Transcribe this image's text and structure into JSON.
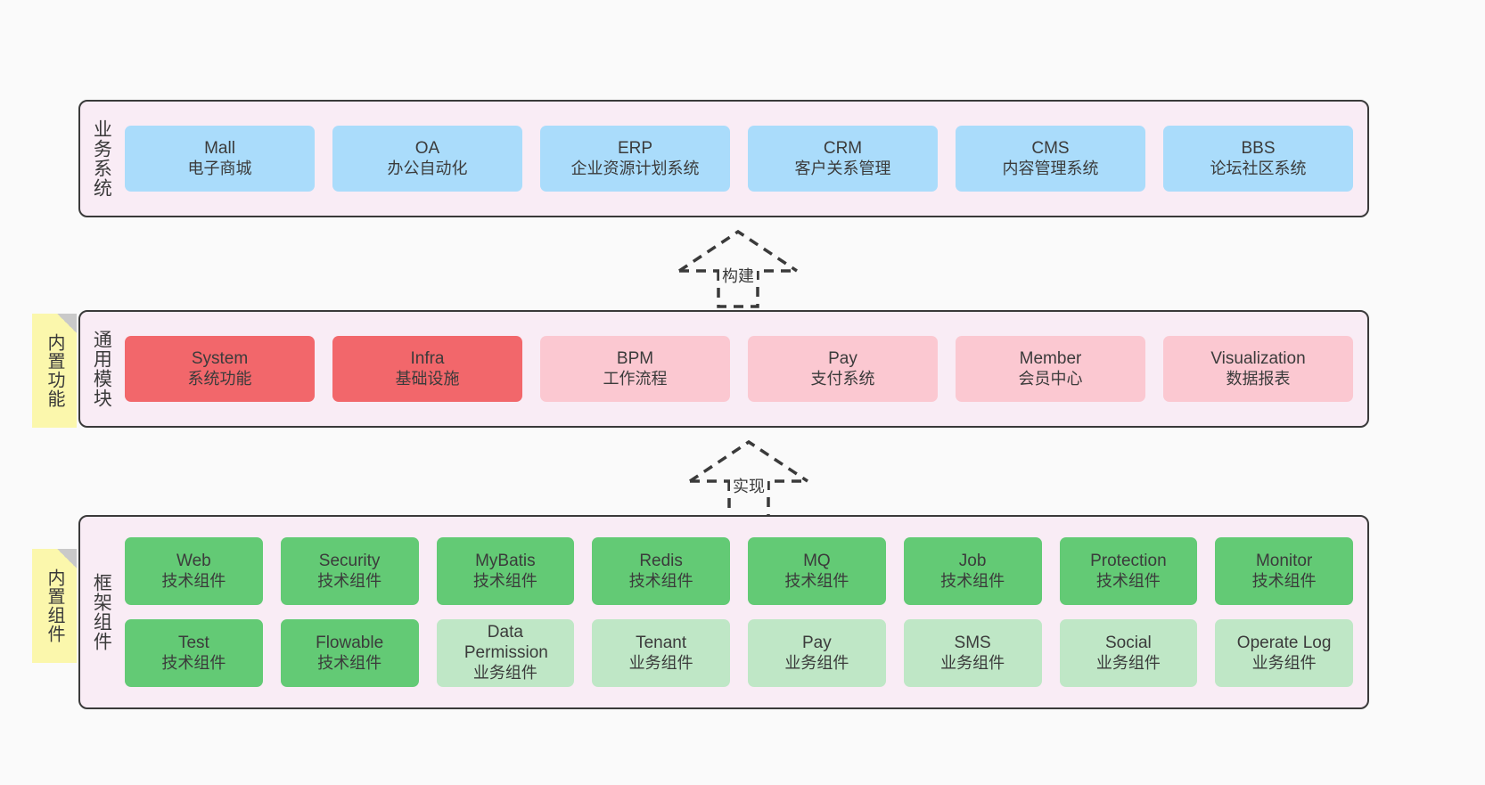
{
  "diagram": {
    "background_color": "#fafafa",
    "accent_border": "#3a3a3a",
    "layer_fill": "#f9ecf5"
  },
  "layers": [
    {
      "id": "business-systems",
      "label": "业务系统",
      "box_color": "#aadcfb",
      "rows": [
        [
          {
            "title": "Mall",
            "sub": "电子商城"
          },
          {
            "title": "OA",
            "sub": "办公自动化"
          },
          {
            "title": "ERP",
            "sub": "企业资源计划系统"
          },
          {
            "title": "CRM",
            "sub": "客户关系管理"
          },
          {
            "title": "CMS",
            "sub": "内容管理系统"
          },
          {
            "title": "BBS",
            "sub": "论坛社区系统"
          }
        ]
      ]
    },
    {
      "id": "common-modules",
      "label": "通用模块",
      "note": "内置功能",
      "rows": [
        [
          {
            "title": "System",
            "sub": "系统功能",
            "color": "#f2676b"
          },
          {
            "title": "Infra",
            "sub": "基础设施",
            "color": "#f2676b"
          },
          {
            "title": "BPM",
            "sub": "工作流程",
            "color": "#fbc8d1"
          },
          {
            "title": "Pay",
            "sub": "支付系统",
            "color": "#fbc8d1"
          },
          {
            "title": "Member",
            "sub": "会员中心",
            "color": "#fbc8d1"
          },
          {
            "title": "Visualization",
            "sub": "数据报表",
            "color": "#fbc8d1"
          }
        ]
      ]
    },
    {
      "id": "framework-components",
      "label": "框架组件",
      "note": "内置组件",
      "rows": [
        [
          {
            "title": "Web",
            "sub": "技术组件",
            "color": "#63ca75"
          },
          {
            "title": "Security",
            "sub": "技术组件",
            "color": "#63ca75"
          },
          {
            "title": "MyBatis",
            "sub": "技术组件",
            "color": "#63ca75"
          },
          {
            "title": "Redis",
            "sub": "技术组件",
            "color": "#63ca75"
          },
          {
            "title": "MQ",
            "sub": "技术组件",
            "color": "#63ca75"
          },
          {
            "title": "Job",
            "sub": "技术组件",
            "color": "#63ca75"
          },
          {
            "title": "Protection",
            "sub": "技术组件",
            "color": "#63ca75"
          },
          {
            "title": "Monitor",
            "sub": "技术组件",
            "color": "#63ca75"
          }
        ],
        [
          {
            "title": "Test",
            "sub": "技术组件",
            "color": "#63ca75"
          },
          {
            "title": "Flowable",
            "sub": "技术组件",
            "color": "#63ca75"
          },
          {
            "title": "Data Permission",
            "sub": "业务组件",
            "color": "#bfe7c6"
          },
          {
            "title": "Tenant",
            "sub": "业务组件",
            "color": "#bfe7c6"
          },
          {
            "title": "Pay",
            "sub": "业务组件",
            "color": "#bfe7c6"
          },
          {
            "title": "SMS",
            "sub": "业务组件",
            "color": "#bfe7c6"
          },
          {
            "title": "Social",
            "sub": "业务组件",
            "color": "#bfe7c6"
          },
          {
            "title": "Operate Log",
            "sub": "业务组件",
            "color": "#bfe7c6"
          }
        ]
      ]
    }
  ],
  "connectors": [
    {
      "id": "build",
      "label": "构建",
      "style": "dashed-generalization",
      "direction": "up"
    },
    {
      "id": "realize",
      "label": "实现",
      "style": "dashed-generalization",
      "direction": "up"
    }
  ]
}
